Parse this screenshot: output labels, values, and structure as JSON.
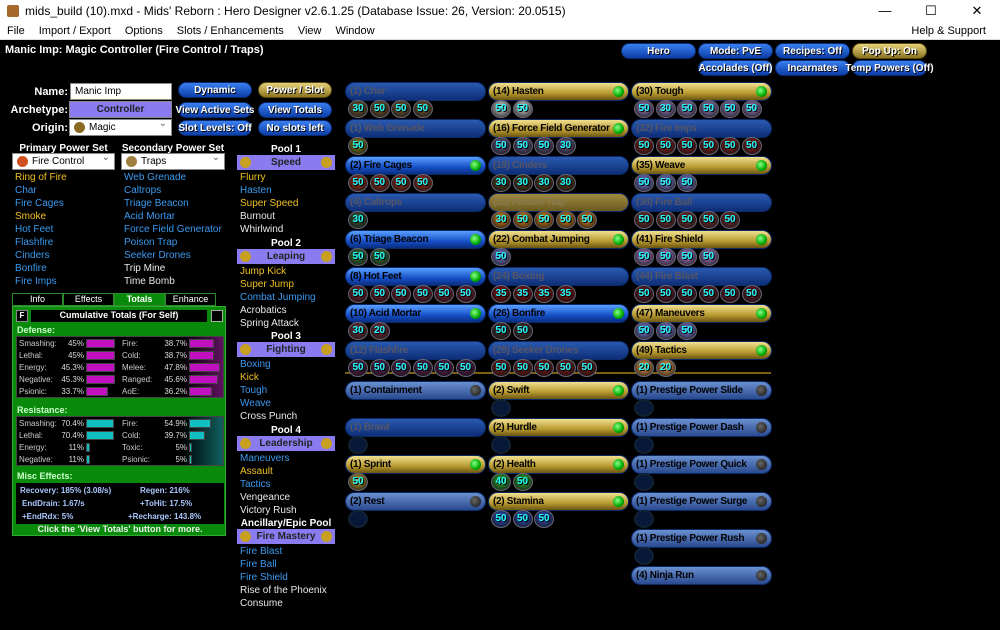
{
  "window": {
    "title": "mids_build (10).mxd - Mids' Reborn : Hero Designer v2.6.1.25 (Database Issue: 26, Version: 20.0515)",
    "min": "—",
    "max": "☐",
    "close": "✕"
  },
  "menu": [
    "File",
    "Import / Export",
    "Options",
    "Slots / Enhancements",
    "View",
    "Window"
  ],
  "help": "Help & Support",
  "caption": "Manic Imp: Magic Controller (Fire Control / Traps)",
  "form": {
    "name_label": "Name:",
    "name": "Manic Imp",
    "archetype_label": "Archetype:",
    "archetype": "Controller",
    "origin_label": "Origin:",
    "origin": "Magic",
    "primary_label": "Primary Power Set",
    "primary": "Fire Control",
    "secondary_label": "Secondary Power Set",
    "secondary": "Traps"
  },
  "buttons": {
    "dynamic": "Dynamic",
    "power_slot": "Power / Slot",
    "active_sets": "View Active Sets",
    "view_totals": "View Totals",
    "slot_levels": "Slot Levels: Off",
    "no_slots": "No slots left",
    "hero": "Hero",
    "mode": "Mode: PvE",
    "recipes": "Recipes: Off",
    "popup": "Pop Up: On",
    "accolades": "Accolades (Off)",
    "incarnates": "Incarnates",
    "temp": "Temp Powers (Off)"
  },
  "primary_powers": [
    [
      "Ring of Fire",
      "y"
    ],
    [
      "Char",
      "b"
    ],
    [
      "Fire Cages",
      "b"
    ],
    [
      "Smoke",
      "y"
    ],
    [
      "Hot Feet",
      "b"
    ],
    [
      "Flashfire",
      "b"
    ],
    [
      "Cinders",
      "b"
    ],
    [
      "Bonfire",
      "b"
    ],
    [
      "Fire Imps",
      "b"
    ]
  ],
  "secondary_powers": [
    [
      "Web Grenade",
      "b"
    ],
    [
      "Caltrops",
      "b"
    ],
    [
      "Triage Beacon",
      "b"
    ],
    [
      "Acid Mortar",
      "b"
    ],
    [
      "Force Field Generator",
      "b"
    ],
    [
      "Poison Trap",
      "b"
    ],
    [
      "Seeker Drones",
      "b"
    ],
    [
      "Trip Mine",
      "w"
    ],
    [
      "Time Bomb",
      "w"
    ]
  ],
  "pools": [
    {
      "label": "Pool 1",
      "name": "Speed",
      "powers": [
        [
          "Flurry",
          "y"
        ],
        [
          "Hasten",
          "b"
        ],
        [
          "Super Speed",
          "y"
        ],
        [
          "Burnout",
          "w"
        ],
        [
          "Whirlwind",
          "w"
        ]
      ]
    },
    {
      "label": "Pool 2",
      "name": "Leaping",
      "powers": [
        [
          "Jump Kick",
          "y"
        ],
        [
          "Super Jump",
          "y"
        ],
        [
          "Combat Jumping",
          "b"
        ],
        [
          "Acrobatics",
          "w"
        ],
        [
          "Spring Attack",
          "w"
        ]
      ]
    },
    {
      "label": "Pool 3",
      "name": "Fighting",
      "powers": [
        [
          "Boxing",
          "b"
        ],
        [
          "Kick",
          "y"
        ],
        [
          "Tough",
          "b"
        ],
        [
          "Weave",
          "b"
        ],
        [
          "Cross Punch",
          "w"
        ]
      ]
    },
    {
      "label": "Pool 4",
      "name": "Leadership",
      "powers": [
        [
          "Maneuvers",
          "b"
        ],
        [
          "Assault",
          "y"
        ],
        [
          "Tactics",
          "b"
        ],
        [
          "Vengeance",
          "w"
        ],
        [
          "Victory Rush",
          "w"
        ]
      ]
    },
    {
      "label": "Ancillary/Epic Pool",
      "name": "Fire Mastery",
      "powers": [
        [
          "Fire Blast",
          "b"
        ],
        [
          "Fire Ball",
          "b"
        ],
        [
          "Fire Shield",
          "b"
        ],
        [
          "Rise of the Phoenix",
          "w"
        ],
        [
          "Consume",
          "w"
        ]
      ]
    }
  ],
  "info_tabs": [
    "Info",
    "Effects",
    "Totals",
    "Enhance"
  ],
  "totals": {
    "f_button": "F",
    "title": "Cumulative Totals (For Self)",
    "defense_label": "Defense:",
    "resistance_label": "Resistance:",
    "misc_label": "Misc Effects:",
    "defense": [
      [
        "Smashing:",
        "45%",
        45
      ],
      [
        "Fire:",
        "38.7%",
        38.7
      ],
      [
        "Lethal:",
        "45%",
        45
      ],
      [
        "Cold:",
        "38.7%",
        38.7
      ],
      [
        "Energy:",
        "45.3%",
        45.3
      ],
      [
        "Melee:",
        "47.8%",
        47.8
      ],
      [
        "Negative:",
        "45.3%",
        45.3
      ],
      [
        "Ranged:",
        "45.6%",
        45.6
      ],
      [
        "Psionic:",
        "33.7%",
        33.7
      ],
      [
        "AoE:",
        "36.2%",
        36.2
      ]
    ],
    "resistance": [
      [
        "Smashing:",
        "70.4%",
        70.4
      ],
      [
        "Fire:",
        "54.9%",
        54.9
      ],
      [
        "Lethal:",
        "70.4%",
        70.4
      ],
      [
        "Cold:",
        "39.7%",
        39.7
      ],
      [
        "Energy:",
        "11%",
        11
      ],
      [
        "Toxic:",
        "5%",
        5
      ],
      [
        "Negative:",
        "11%",
        11
      ],
      [
        "Psionic:",
        "5%",
        5
      ]
    ],
    "misc": [
      "Recovery: 185% (3.08/s)",
      "Regen: 216%",
      "EndDrain: 1.67/s",
      "+ToHit: 17.5%",
      "+EndRdx: 5%",
      "+Recharge: 143.8%"
    ],
    "hint": "Click the 'View Totals' button for more."
  },
  "colors": {
    "defense_bar": "#c010c0",
    "resistance_bar": "#10c0c0",
    "panel_green": "#0a8a0a"
  },
  "build": [
    [
      [
        "(1) Char",
        "dim",
        false,
        [
          30,
          50,
          50,
          50
        ],
        "#7a5a30"
      ],
      [
        "(14) Hasten",
        "gold",
        true,
        [
          50,
          50
        ],
        "#ddd"
      ],
      [
        "(30) Tough",
        "gold",
        true,
        [
          50,
          30,
          50,
          50,
          50,
          50
        ],
        "#a080c0"
      ]
    ],
    [
      [
        "(1) Web Grenade",
        "dim",
        false,
        [
          50
        ],
        "#8a8a20"
      ],
      [
        "(16) Force Field Generator",
        "gold",
        true,
        [
          50,
          50,
          50,
          30
        ],
        "#6a5a8a"
      ],
      [
        "(32) Fire Imps",
        "dim",
        false,
        [
          50,
          50,
          50,
          50,
          50,
          50
        ],
        "#8a2020"
      ]
    ],
    [
      [
        "(2) Fire Cages",
        "blue",
        true,
        [
          50,
          50,
          50,
          50
        ],
        "#a03020"
      ],
      [
        "(18) Cinders",
        "dim",
        false,
        [
          30,
          30,
          30,
          30
        ],
        "#5a4020"
      ],
      [
        "(35) Weave",
        "gold",
        true,
        [
          50,
          50,
          50
        ],
        "#8080e0"
      ]
    ],
    [
      [
        "(4) Caltrops",
        "dim",
        false,
        [
          30
        ],
        "#3a5a3a"
      ],
      [
        "(20) Poison Trap",
        "golddim",
        false,
        [
          30,
          50,
          50,
          50,
          50
        ],
        "#e08a20"
      ],
      [
        "(38) Fire Ball",
        "dim",
        false,
        [
          50,
          50,
          50,
          50,
          50
        ],
        "#7a3030"
      ]
    ],
    [
      [
        "(6) Triage Beacon",
        "blue",
        true,
        [
          50,
          50
        ],
        "#3a7a3a"
      ],
      [
        "(22) Combat Jumping",
        "gold",
        true,
        [
          50
        ],
        "#8080e0"
      ],
      [
        "(41) Fire Shield",
        "gold",
        true,
        [
          50,
          50,
          50,
          50
        ],
        "#b080d0"
      ]
    ],
    [
      [
        "(8) Hot Feet",
        "blue",
        true,
        [
          50,
          50,
          50,
          50,
          50,
          50
        ],
        "#7a2030"
      ],
      [
        "(24) Boxing",
        "dim",
        false,
        [
          35,
          35,
          35,
          35
        ],
        "#8a1010"
      ],
      [
        "(44) Fire Blast",
        "dim",
        false,
        [
          50,
          50,
          50,
          50,
          50,
          50
        ],
        "#6a1a2a"
      ]
    ],
    [
      [
        "(10) Acid Mortar",
        "blue",
        true,
        [
          30,
          20
        ],
        "#7a3040"
      ],
      [
        "(26) Bonfire",
        "blue",
        true,
        [
          50,
          50
        ],
        "#4a3030"
      ],
      [
        "(47) Maneuvers",
        "gold",
        true,
        [
          50,
          50,
          50
        ],
        "#8080e0"
      ]
    ],
    [
      [
        "(12) Flashfire",
        "dim",
        false,
        [
          50,
          50,
          50,
          50,
          50,
          50
        ],
        "#5a2050"
      ],
      [
        "(28) Seeker Drones",
        "dim",
        false,
        [
          50,
          50,
          50,
          50,
          50
        ],
        "#7a1a1a"
      ],
      [
        "(49) Tactics",
        "gold",
        true,
        [
          20,
          20
        ],
        "#f0a050"
      ]
    ]
  ],
  "inherent": [
    [
      [
        "(1) Containment",
        "pale",
        false,
        [],
        ""
      ],
      [
        "(2) Swift",
        "gold",
        true,
        null,
        ""
      ],
      [
        "(1) Prestige Power Slide",
        "pale",
        false,
        null,
        ""
      ]
    ],
    [
      [
        "(1) Brawl",
        "dim",
        false,
        null,
        ""
      ],
      [
        "(2) Hurdle",
        "gold",
        true,
        null,
        ""
      ],
      [
        "(1) Prestige Power Dash",
        "pale",
        false,
        null,
        ""
      ]
    ],
    [
      [
        "(1) Sprint",
        "gold",
        true,
        [
          50
        ],
        "#c0a030"
      ],
      [
        "(2) Health",
        "gold",
        true,
        [
          40,
          50
        ],
        "#30b030"
      ],
      [
        "(1) Prestige Power Quick",
        "pale",
        false,
        null,
        ""
      ]
    ],
    [
      [
        "(2) Rest",
        "pale",
        false,
        null,
        ""
      ],
      [
        "(2) Stamina",
        "gold",
        true,
        [
          50,
          50,
          50
        ],
        "#3050c0"
      ],
      [
        "(1) Prestige Power Surge",
        "pale",
        false,
        null,
        ""
      ]
    ],
    [
      null,
      null,
      [
        "(1) Prestige Power Rush",
        "pale",
        false,
        null,
        ""
      ]
    ],
    [
      null,
      null,
      [
        "(4) Ninja Run",
        "pale",
        false,
        [],
        ""
      ]
    ]
  ]
}
